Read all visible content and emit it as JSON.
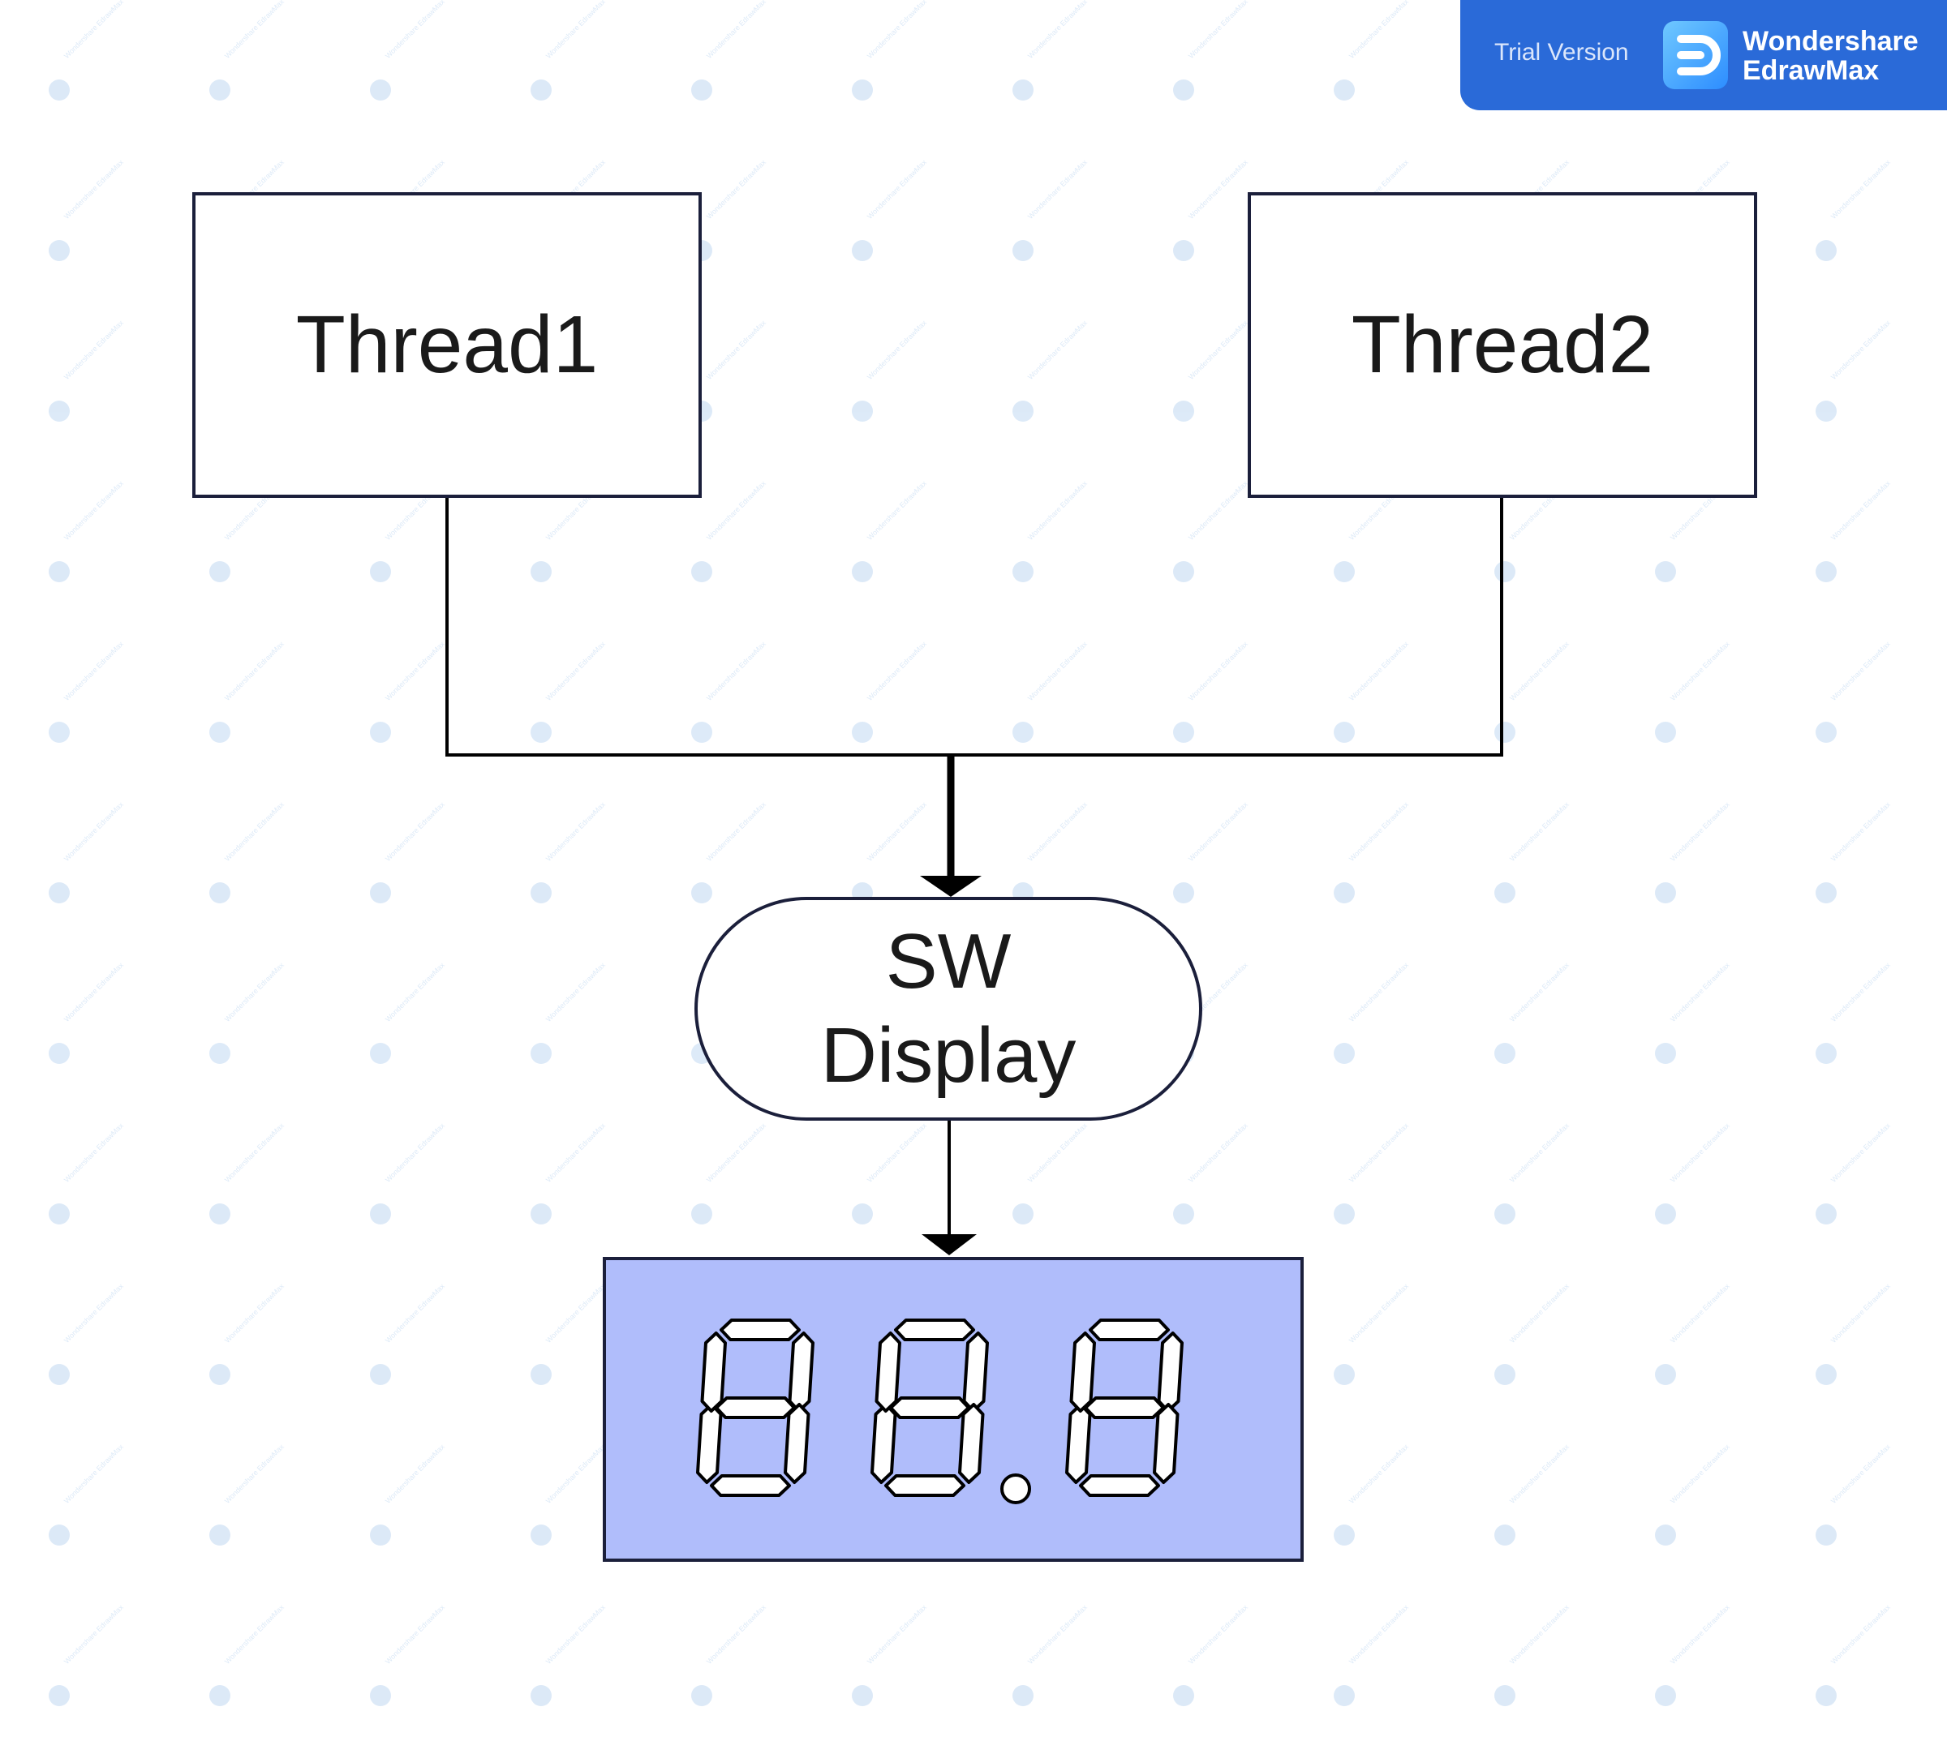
{
  "banner": {
    "trial_label": "Trial Version",
    "brand_line1": "Wondershare",
    "brand_line2": "EdrawMax",
    "background_color": "#2a6ad8"
  },
  "watermark": {
    "line1": "Wondershare",
    "line2": "EdrawMax"
  },
  "nodes": {
    "thread1": {
      "label": "Thread1"
    },
    "thread2": {
      "label": "Thread2"
    },
    "sw_display": {
      "line1": "SW",
      "line2": "Display"
    }
  },
  "lcd": {
    "digits": [
      "8",
      "8",
      "8"
    ],
    "decimal_point_after_digit": 2,
    "background_color": "#b0bdfb",
    "segment_fill": "#ffffff",
    "segment_stroke": "#000000"
  },
  "edges": [
    {
      "from": "thread1",
      "to": "sw_display",
      "arrow": "filled"
    },
    {
      "from": "thread2",
      "to": "sw_display",
      "arrow": "filled"
    },
    {
      "from": "sw_display",
      "to": "lcd",
      "arrow": "filled"
    }
  ]
}
